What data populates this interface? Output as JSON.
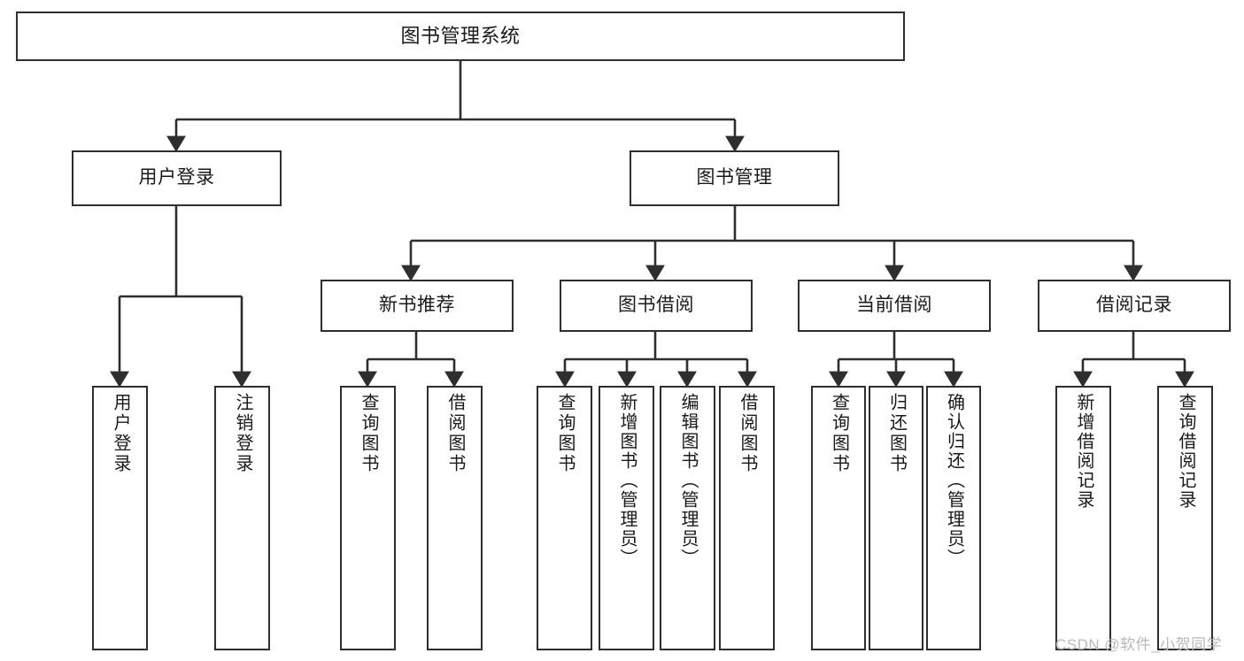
{
  "diagram": {
    "title": "图书管理系统",
    "type": "tree",
    "stroke_color": "#2e2e2e",
    "fill_color": "#ffffff",
    "text_color": "#1a1a1a",
    "watermark": "CSDN @软件_小贺同学",
    "watermark_color": "#b9b9b9"
  },
  "nodes": {
    "root": {
      "label": "图书管理系统"
    },
    "level1": [
      {
        "id": "user-login",
        "label": "用户登录"
      },
      {
        "id": "book-management",
        "label": "图书管理"
      }
    ],
    "level2": [
      {
        "id": "new-book-recommend",
        "label": "新书推荐"
      },
      {
        "id": "book-borrow",
        "label": "图书借阅"
      },
      {
        "id": "current-borrow",
        "label": "当前借阅"
      },
      {
        "id": "borrow-record",
        "label": "借阅记录"
      }
    ],
    "leaves": {
      "user_login": [
        {
          "id": "leaf-user-login",
          "label": "用户登录"
        },
        {
          "id": "leaf-logout-login",
          "label": "注销登录"
        }
      ],
      "new_book_recommend": [
        {
          "id": "leaf-query-book-1",
          "label": "查询图书"
        },
        {
          "id": "leaf-borrow-book-1",
          "label": "借阅图书"
        }
      ],
      "book_borrow": [
        {
          "id": "leaf-query-book-2",
          "label": "查询图书"
        },
        {
          "id": "leaf-add-book",
          "label": "新增图书（管理员）"
        },
        {
          "id": "leaf-edit-book",
          "label": "编辑图书（管理员）"
        },
        {
          "id": "leaf-borrow-book-2",
          "label": "借阅图书"
        }
      ],
      "current_borrow": [
        {
          "id": "leaf-query-book-3",
          "label": "查询图书"
        },
        {
          "id": "leaf-return-book",
          "label": "归还图书"
        },
        {
          "id": "leaf-confirm-return",
          "label": "确认归还（管理员）"
        }
      ],
      "borrow_record": [
        {
          "id": "leaf-add-record",
          "label": "新增借阅记录"
        },
        {
          "id": "leaf-query-record",
          "label": "查询借阅记录"
        }
      ]
    }
  }
}
